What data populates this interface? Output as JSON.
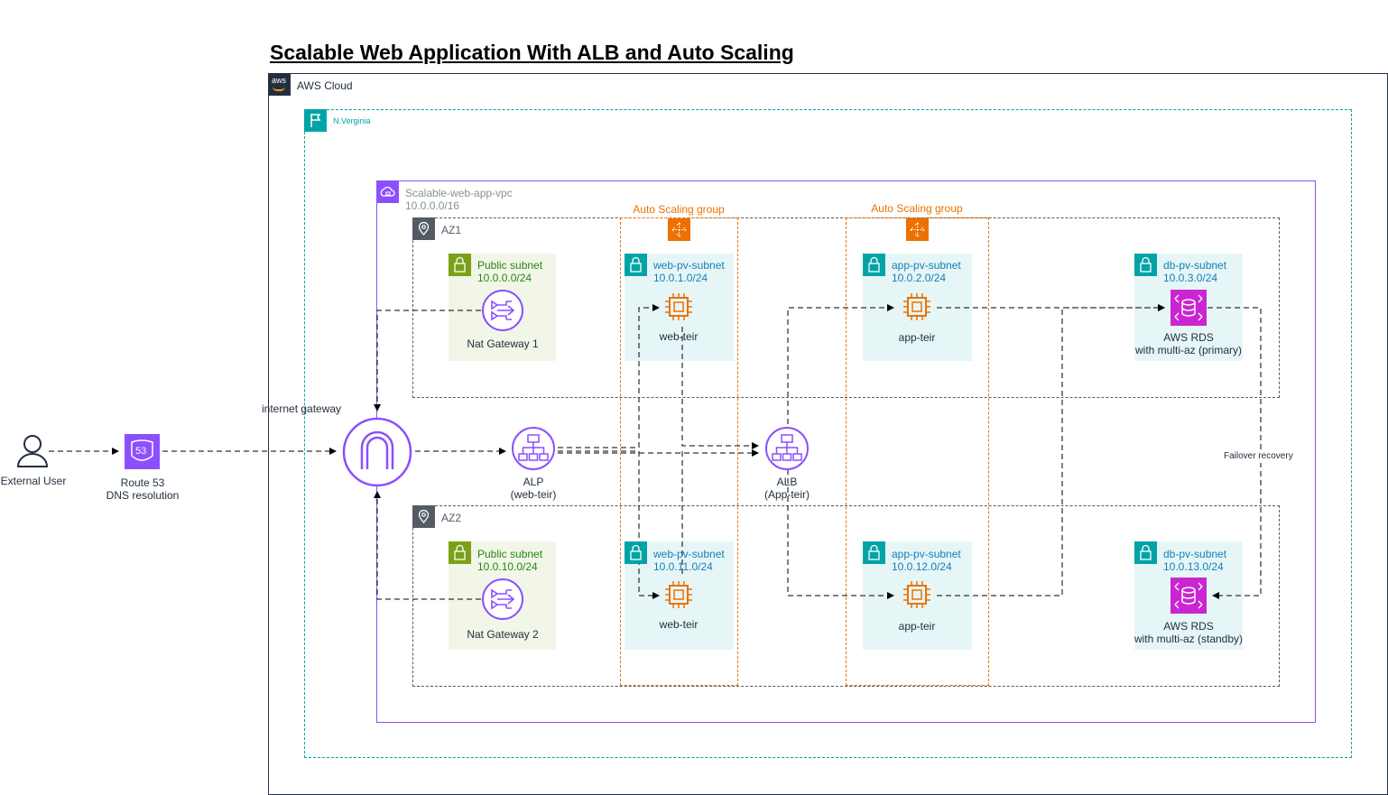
{
  "title": "Scalable Web Application With ALB and Auto Scaling",
  "cloud": {
    "label": "AWS Cloud",
    "logo_text": "aws"
  },
  "region": {
    "label": "N.Verginia"
  },
  "vpc": {
    "name": "Scalable-web-app-vpc",
    "cidr": "10.0.0.0/16"
  },
  "asg": {
    "web_label": "Auto Scaling group",
    "app_label": "Auto Scaling group"
  },
  "az1": {
    "label": "AZ1",
    "public_subnet": {
      "name": "Public subnet",
      "cidr": "10.0.0.0/24"
    },
    "nat": "Nat Gateway 1",
    "web_subnet": {
      "name": "web-pv-subnet",
      "cidr": "10.0.1.0/24",
      "instance": "web-teir"
    },
    "app_subnet": {
      "name": "app-pv-subnet",
      "cidr": "10.0.2.0/24",
      "instance": "app-teir"
    },
    "db_subnet": {
      "name": "db-pv-subnet",
      "cidr": "10.0.3.0/24",
      "db": "AWS RDS",
      "db_sub": "with multi-az (primary)"
    }
  },
  "az2": {
    "label": "AZ2",
    "public_subnet": {
      "name": "Public subnet",
      "cidr": "10.0.10.0/24"
    },
    "nat": "Nat Gateway 2",
    "web_subnet": {
      "name": "web-pv-subnet",
      "cidr": "10.0.11.0/24",
      "instance": "web-teir"
    },
    "app_subnet": {
      "name": "app-pv-subnet",
      "cidr": "10.0.12.0/24",
      "instance": "app-teir"
    },
    "db_subnet": {
      "name": "db-pv-subnet",
      "cidr": "10.0.13.0/24",
      "db": "AWS RDS",
      "db_sub": "with multi-az (standby)"
    }
  },
  "external_user": "External User",
  "route53": {
    "name": "Route 53",
    "sub": "DNS resolution",
    "badge": "53"
  },
  "igw": "internet gateway",
  "alb_web": {
    "name": "ALP",
    "sub": "(web-teir)"
  },
  "alb_app": {
    "name": "ALB",
    "sub": "(App-teir)"
  },
  "failover": "Failover recovery",
  "colors": {
    "ec2": "#ed7100",
    "rds": "#c925d1",
    "network": "#8c4fff",
    "route53": "#8c4fff",
    "public_subnet": "#7aa116",
    "private_subnet": "#00a4a6",
    "az": "#545b64",
    "region": "#00a4a6"
  }
}
